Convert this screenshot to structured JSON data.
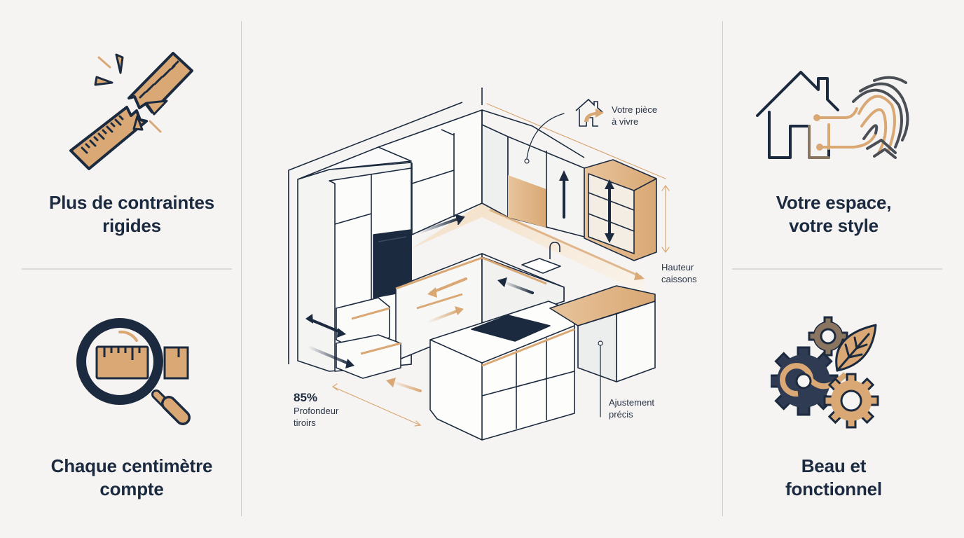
{
  "colors": {
    "background": "#f5f4f2",
    "navy": "#1c2a3f",
    "tan": "#d9a874",
    "tan_dark": "#c8915a",
    "taupe": "#8a7560",
    "divider": "#cfcdca"
  },
  "left_panel": {
    "top": {
      "icon": "broken-ruler-icon",
      "title_line1": "Plus de contraintes",
      "title_line2": "rigides"
    },
    "bottom": {
      "icon": "magnifier-ruler-icon",
      "title_line1": "Chaque centimètre",
      "title_line2": "compte"
    }
  },
  "right_panel": {
    "top": {
      "icon": "house-fingerprint-icon",
      "title_line1": "Votre espace,",
      "title_line2": "votre style"
    },
    "bottom": {
      "icon": "gears-leaf-icon",
      "title_line1": "Beau et",
      "title_line2": "fonctionnel"
    }
  },
  "center_diagram": {
    "subject": "isometric-kitchen",
    "annotations": {
      "living_room": {
        "icon": "house-arrow-icon",
        "line1": "Votre pièce",
        "line2": "à vivre"
      },
      "cabinet_height": {
        "line1": "Hauteur",
        "line2": "caissons"
      },
      "drawer_depth": {
        "value": "85%",
        "line1": "Profondeur",
        "line2": "tiroirs"
      },
      "precise_fit": {
        "line1": "Ajustement",
        "line2": "précis"
      }
    }
  }
}
